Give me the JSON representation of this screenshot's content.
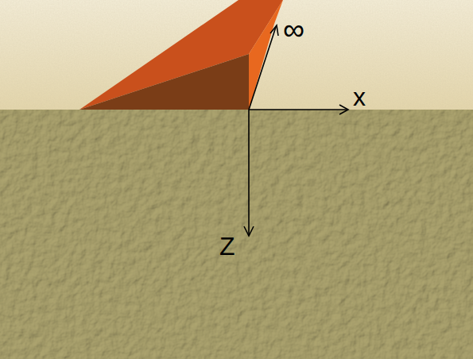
{
  "diagram": {
    "labels": [
      "∞",
      "x",
      "Z"
    ]
  }
}
